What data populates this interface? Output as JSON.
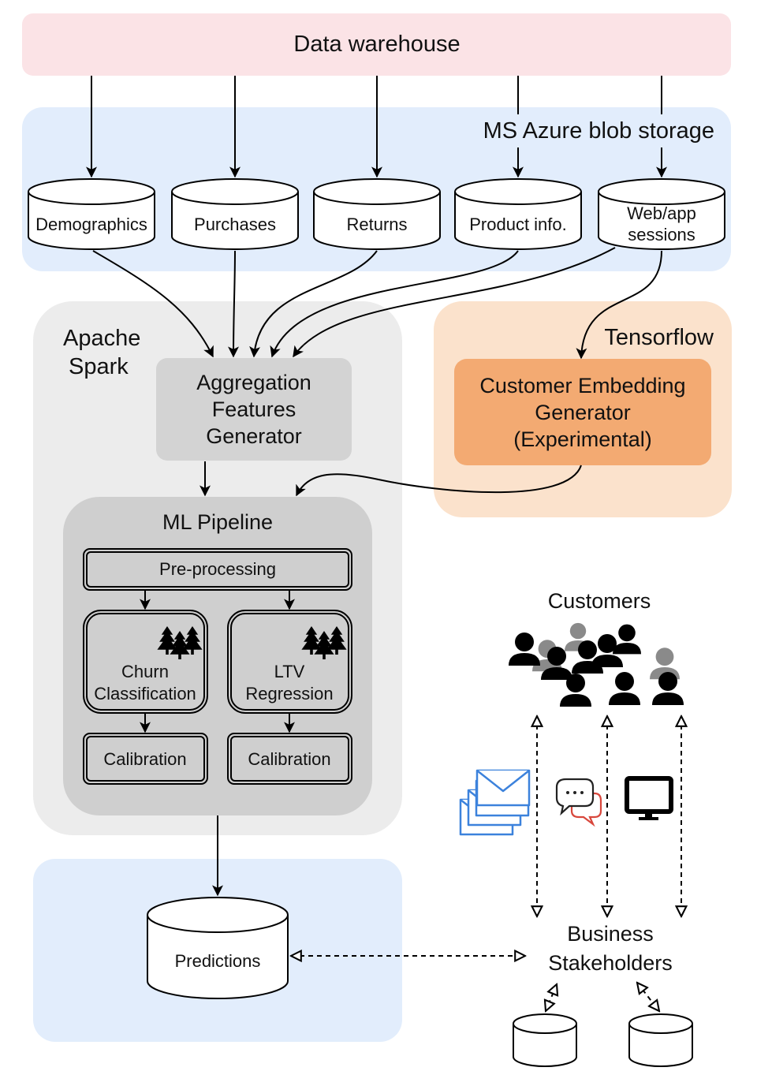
{
  "data_warehouse": {
    "label": "Data warehouse"
  },
  "azure": {
    "label": "MS Azure blob storage"
  },
  "sources": [
    {
      "label": "Demographics"
    },
    {
      "label": "Purchases"
    },
    {
      "label": "Returns"
    },
    {
      "label": "Product info."
    },
    {
      "label_line1": "Web/app",
      "label_line2": "sessions"
    }
  ],
  "spark": {
    "line1": "Apache",
    "line2": "Spark"
  },
  "aggregation": {
    "line1": "Aggregation",
    "line2": "Features",
    "line3": "Generator"
  },
  "tensorflow": {
    "label": "Tensorflow"
  },
  "embedding": {
    "line1": "Customer Embedding",
    "line2": "Generator",
    "line3": "(Experimental)"
  },
  "ml_pipeline": {
    "title": "ML Pipeline",
    "preprocessing": "Pre-processing",
    "churn": {
      "line1": "Churn",
      "line2": "Classification"
    },
    "ltv": {
      "line1": "LTV",
      "line2": "Regression"
    },
    "calibration_left": "Calibration",
    "calibration_right": "Calibration"
  },
  "predictions": {
    "label": "Predictions"
  },
  "customers": {
    "label": "Customers"
  },
  "stakeholders": {
    "line1": "Business",
    "line2": "Stakeholders"
  },
  "colors": {
    "warehouse_fill": "#fbe3e6",
    "azure_fill": "#e2edfc",
    "spark_fill": "#ececec",
    "tensorflow_fill": "#fbe2cc",
    "embedding_fill": "#f3aa72",
    "pipeline_fill": "#cfcfcf",
    "aggregation_fill": "#d3d3d3",
    "predictions_fill": "#e2edfc",
    "email_blue": "#3c82dc",
    "chat_red": "#d8473c"
  },
  "icons": [
    "tree-icon",
    "people-icon",
    "email-icon",
    "chat-icon",
    "monitor-icon",
    "database-icon"
  ]
}
